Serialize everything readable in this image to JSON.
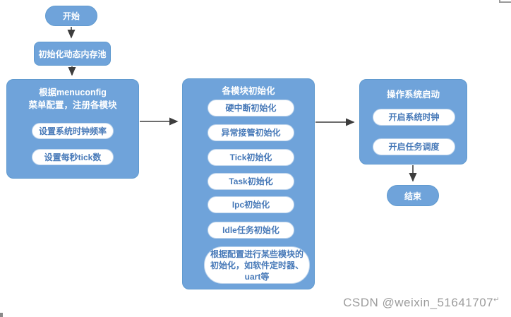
{
  "colors": {
    "node_blue": "#6FA3DA",
    "node_border": "#609ACF",
    "pill_text_blue": "#4779B8",
    "pill_border": "#BFD5EC",
    "arrow": "#3D3D3D",
    "watermark_gray": "#9C9C9C"
  },
  "flowchart": {
    "start": {
      "label": "开始"
    },
    "init_mem": {
      "label": "初始化动态内存池"
    },
    "menuconfig": {
      "title_line1": "根据menuconfig",
      "title_line2": "菜单配置，注册各模块",
      "steps": [
        "设置系统时钟频率",
        "设置每秒tick数"
      ]
    },
    "module_init": {
      "title": "各模块初始化",
      "steps": [
        "硬中断初始化",
        "异常接管初始化",
        "Tick初始化",
        "Task初始化",
        "Ipc初始化",
        "Idle任务初始化",
        "根据配置进行某些模块的初始化，如软件定时器、uart等"
      ]
    },
    "os_start": {
      "title": "操作系统启动",
      "steps": [
        "开启系统时钟",
        "开启任务调度"
      ]
    },
    "end": {
      "label": "结束"
    }
  },
  "watermark": {
    "text": "CSDN @weixin_51641707",
    "mark": "↵"
  }
}
